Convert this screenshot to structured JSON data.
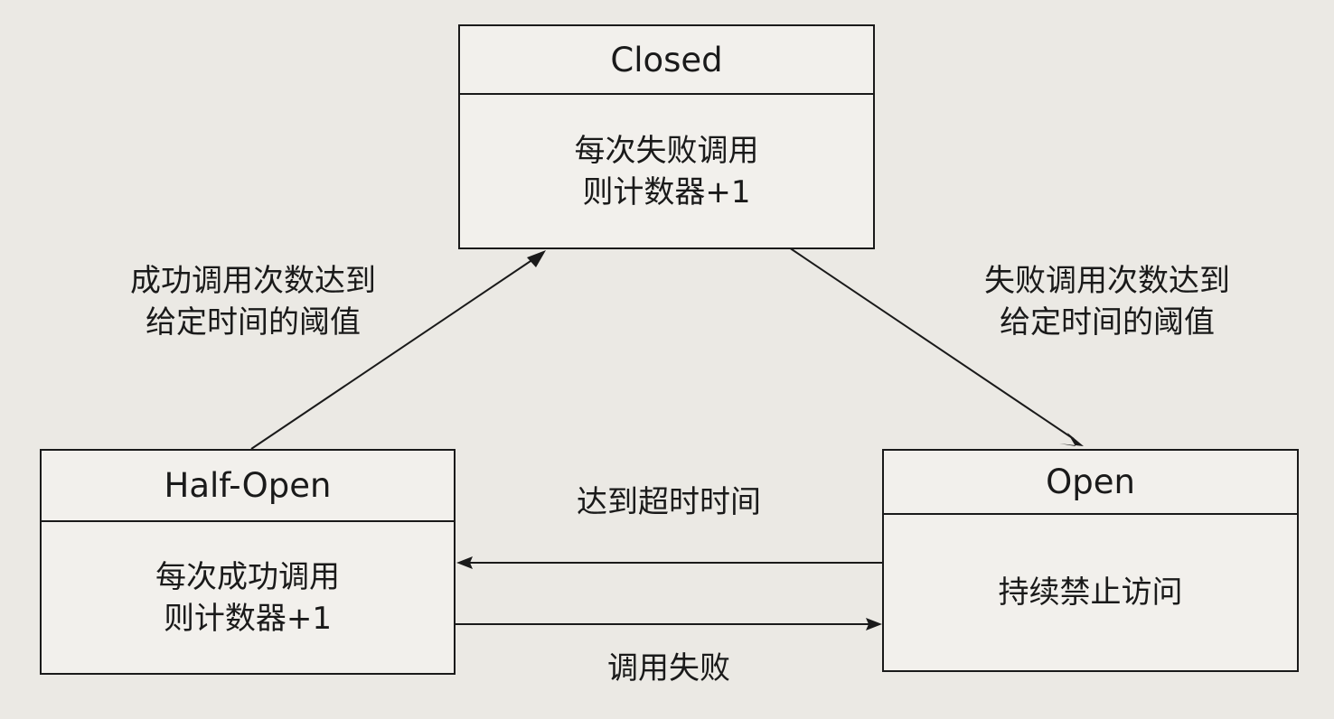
{
  "states": {
    "closed": {
      "name": "Closed",
      "description": "每次失败调用\n则计数器+1"
    },
    "half_open": {
      "name": "Half-Open",
      "description": "每次成功调用\n则计数器+1"
    },
    "open": {
      "name": "Open",
      "description": "持续禁止访问"
    }
  },
  "transitions": {
    "half_open_to_closed": "成功调用次数达到\n给定时间的阈值",
    "closed_to_open": "失败调用次数达到\n给定时间的阈值",
    "open_to_half_open": "达到超时时间",
    "half_open_to_open": "调用失败"
  },
  "colors": {
    "background": "#ebe9e4",
    "box_fill": "#f2f0ec",
    "line": "#1a1a1a",
    "text": "#1a1a1a"
  }
}
